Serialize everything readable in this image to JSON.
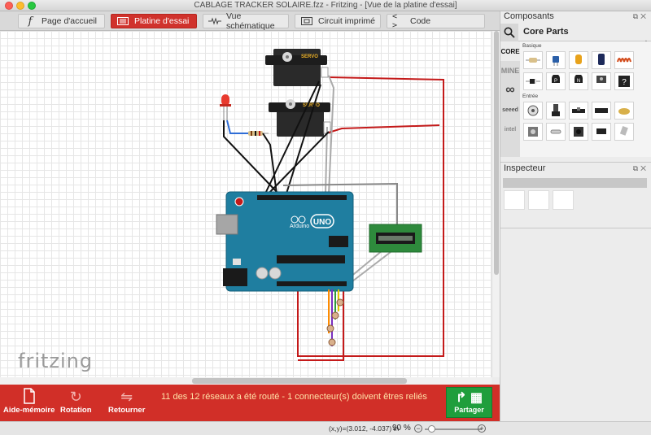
{
  "window": {
    "title": "CABLAGE TRACKER SOLAIRE.fzz - Fritzing - [Vue de la platine d'essai]"
  },
  "tabs": [
    {
      "label": "Page d'accueil",
      "icon": "f"
    },
    {
      "label": "Platine d'essai",
      "icon": "breadboard"
    },
    {
      "label": "Vue schématique",
      "icon": "schematic"
    },
    {
      "label": "Circuit imprimé",
      "icon": "pcb"
    },
    {
      "label": "Code",
      "icon": "code"
    }
  ],
  "canvas": {
    "logo": "fritzing",
    "labels": {
      "servo1": "SERVO",
      "servo2": "SERVO",
      "board": "UNO",
      "arduino": "Arduino"
    }
  },
  "toolbar": {
    "memo": "Aide-mémoire",
    "rotate": "Rotation",
    "flip": "Retourner",
    "status": "11 des 12 réseaux a été routé - 1 connecteur(s) doivent êtres reliés",
    "share": "Partager"
  },
  "statusbar": {
    "coords": "(x,y)=(3.012, -4.037) in",
    "zoom": "90 %"
  },
  "parts_panel": {
    "title": "Composants",
    "bin_title": "Core Parts",
    "bins": [
      "CORE",
      "MINE",
      "∞",
      "seeed",
      "intel"
    ],
    "sections": [
      "Basique",
      "Entrée"
    ]
  },
  "inspector": {
    "title": "Inspecteur"
  },
  "colors": {
    "accent": "#d12f28",
    "share": "#1f9e3c",
    "wire_red": "#c41a1a"
  }
}
